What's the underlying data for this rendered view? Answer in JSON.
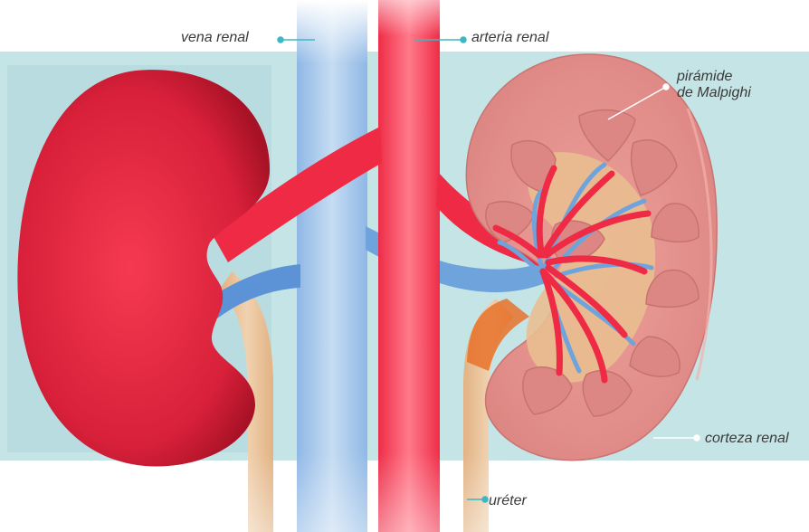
{
  "labels": {
    "vena_renal": "vena renal",
    "arteria_renal": "arteria renal",
    "piramide_line1": "pirámide",
    "piramide_line2": "de Malpighi",
    "corteza_renal": "corteza renal",
    "ureter": "uréter"
  },
  "colors": {
    "background_panel": "#c4e4e6",
    "kidney_red": "#e01f3a",
    "vein_blue": "#6fa3dc",
    "artery_red": "#f0354d",
    "cortex_pink": "#e79490",
    "pyramid_pink": "#d98583",
    "pelvis_tan": "#e7b98c",
    "ureter_tan": "#e9c39b",
    "leader_line": "#3cb7c4"
  }
}
